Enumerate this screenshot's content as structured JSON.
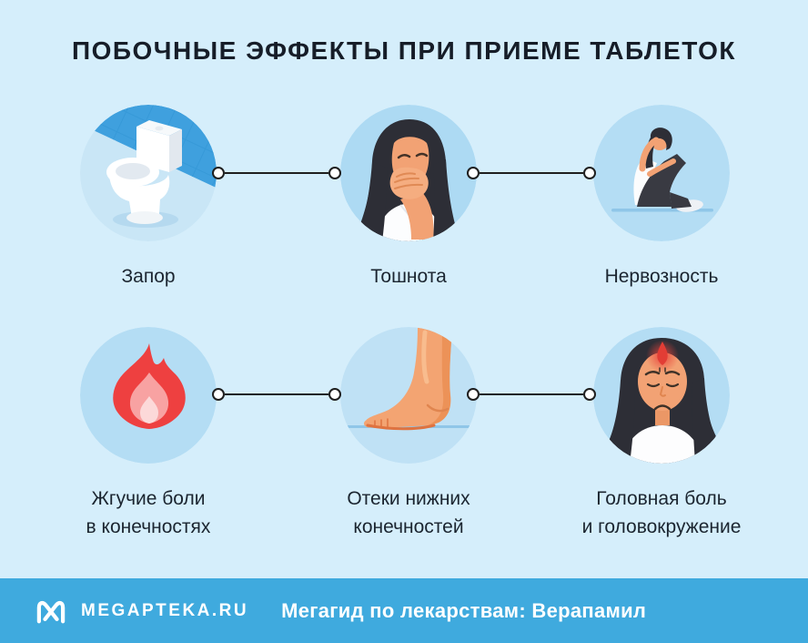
{
  "title": "ПОБОЧНЫЕ ЭФФЕКТЫ ПРИ ПРИЕМЕ ТАБЛЕТОК",
  "effects": [
    {
      "icon": "toilet-icon",
      "line1": "Запор",
      "line2": ""
    },
    {
      "icon": "nausea-icon",
      "line1": "Тошнота",
      "line2": ""
    },
    {
      "icon": "anxiety-icon",
      "line1": "Нервозность",
      "line2": ""
    },
    {
      "icon": "flame-icon",
      "line1": "Жгучие боли",
      "line2": "в конечностях"
    },
    {
      "icon": "swollen-foot-icon",
      "line1": "Отеки нижних",
      "line2": "конечностей"
    },
    {
      "icon": "headache-icon",
      "line1": "Головная боль",
      "line2": "и головокружение"
    }
  ],
  "footer": {
    "brand": "MEGAPTEKA.RU",
    "tagline": "Мегагид по лекарствам: Верапамил"
  },
  "colors": {
    "background": "#d5eefb",
    "circle_fill": "#b4ddf4",
    "footer_bar": "#3faade",
    "heading_text": "#161d28",
    "label_text": "#1b2530",
    "connector": "#1f1f1f",
    "accent_red": "#ee4040",
    "tile_wall_blue": "#3fa0de",
    "skin_tone": "#f2a274"
  }
}
